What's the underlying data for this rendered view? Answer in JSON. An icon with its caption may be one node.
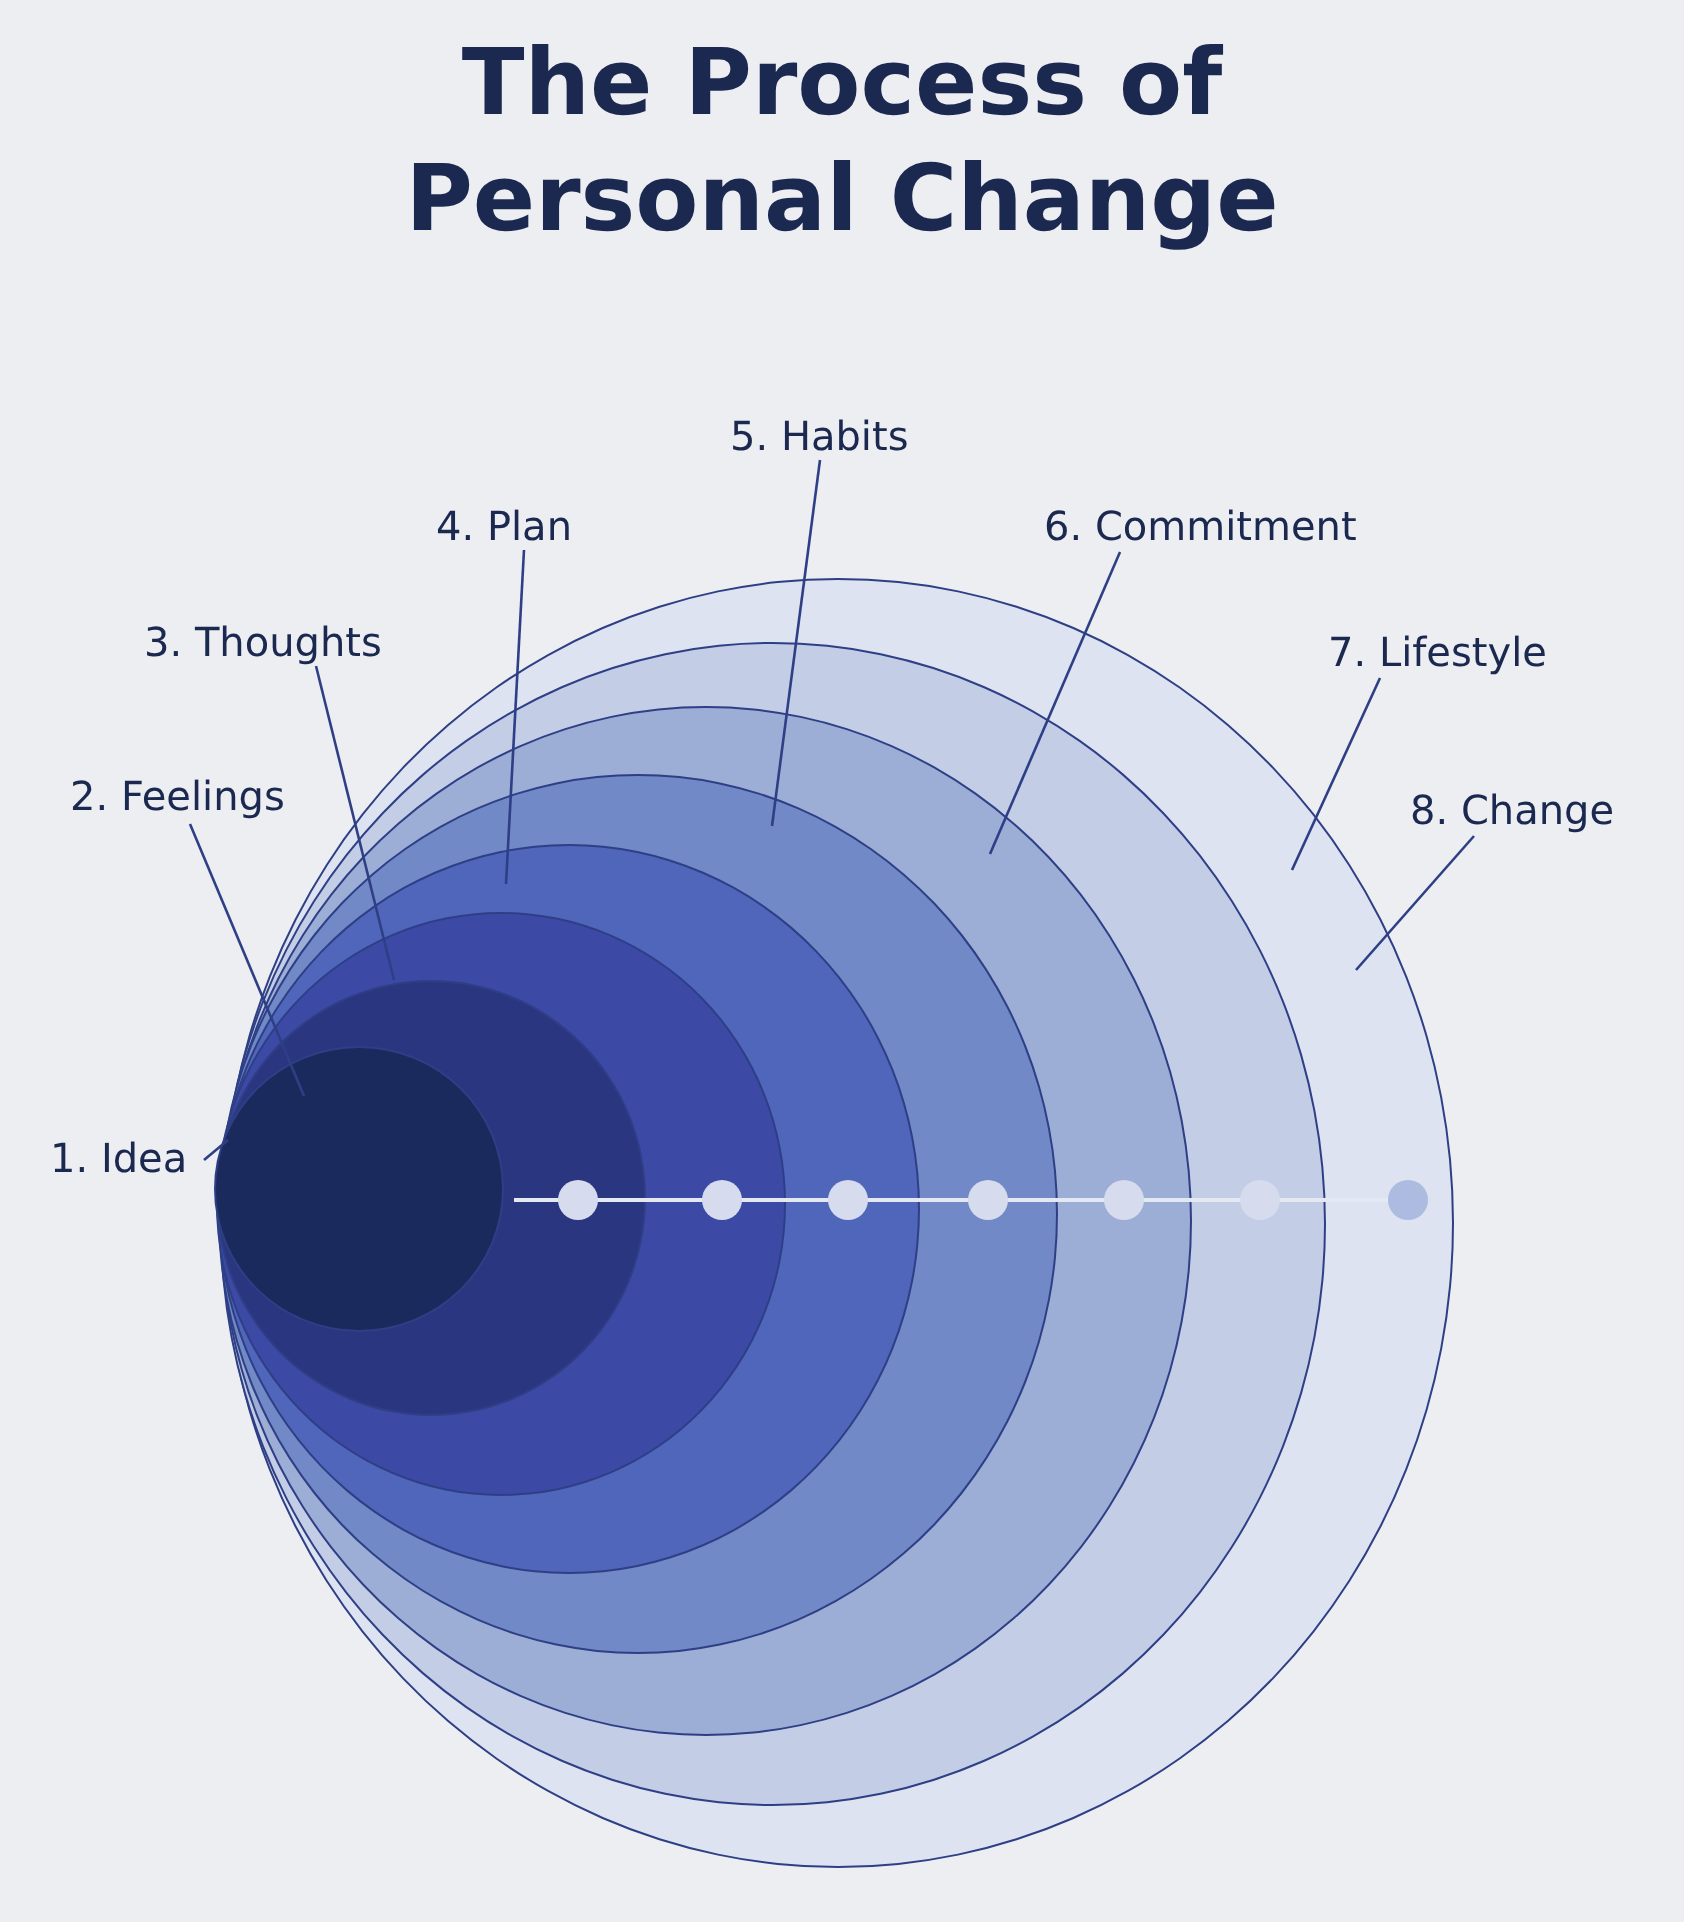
{
  "diagram": {
    "title": "The Process of Personal Change",
    "nodes": [
      {
        "text": [
          "1. Idea"
        ]
      },
      {
        "text": [
          "2. Feelings"
        ]
      },
      {
        "text": [
          "3. Thoughts"
        ]
      },
      {
        "text": [
          "4. Plan"
        ]
      },
      {
        "text": [
          "5. Habits"
        ]
      },
      {
        "text": [
          "6. Commitment"
        ]
      },
      {
        "text": [
          "7. Lifestyle"
        ]
      },
      {
        "text": [
          "8. Change"
        ]
      },
      {
        "text": [],
        "shape": "circle"
      },
      {
        "text": [],
        "shape": "circle",
        "in": 8
      },
      {
        "text": [],
        "shape": "circle",
        "in": 9
      },
      {
        "text": [],
        "shape": "circle",
        "in": 10
      },
      {
        "text": [],
        "shape": "circle",
        "in": 11
      },
      {
        "text": [],
        "shape": "circle",
        "in": 12
      },
      {
        "text": [],
        "shape": "circle",
        "in": 13
      },
      {
        "text": [],
        "shape": "circle",
        "in": 14
      }
    ],
    "edges": [
      {
        "from": 0,
        "to": 15,
        "arrow": "none"
      },
      {
        "from": 1,
        "to": 14,
        "arrow": "none"
      },
      {
        "from": 2,
        "to": 13,
        "arrow": "none"
      },
      {
        "from": 3,
        "to": 12,
        "arrow": "none"
      },
      {
        "from": 4,
        "to": 11,
        "arrow": "none"
      },
      {
        "from": 5,
        "to": 10,
        "arrow": "none"
      },
      {
        "from": 6,
        "to": 9,
        "arrow": "none"
      },
      {
        "from": 7,
        "to": 8,
        "arrow": "none"
      }
    ]
  }
}
